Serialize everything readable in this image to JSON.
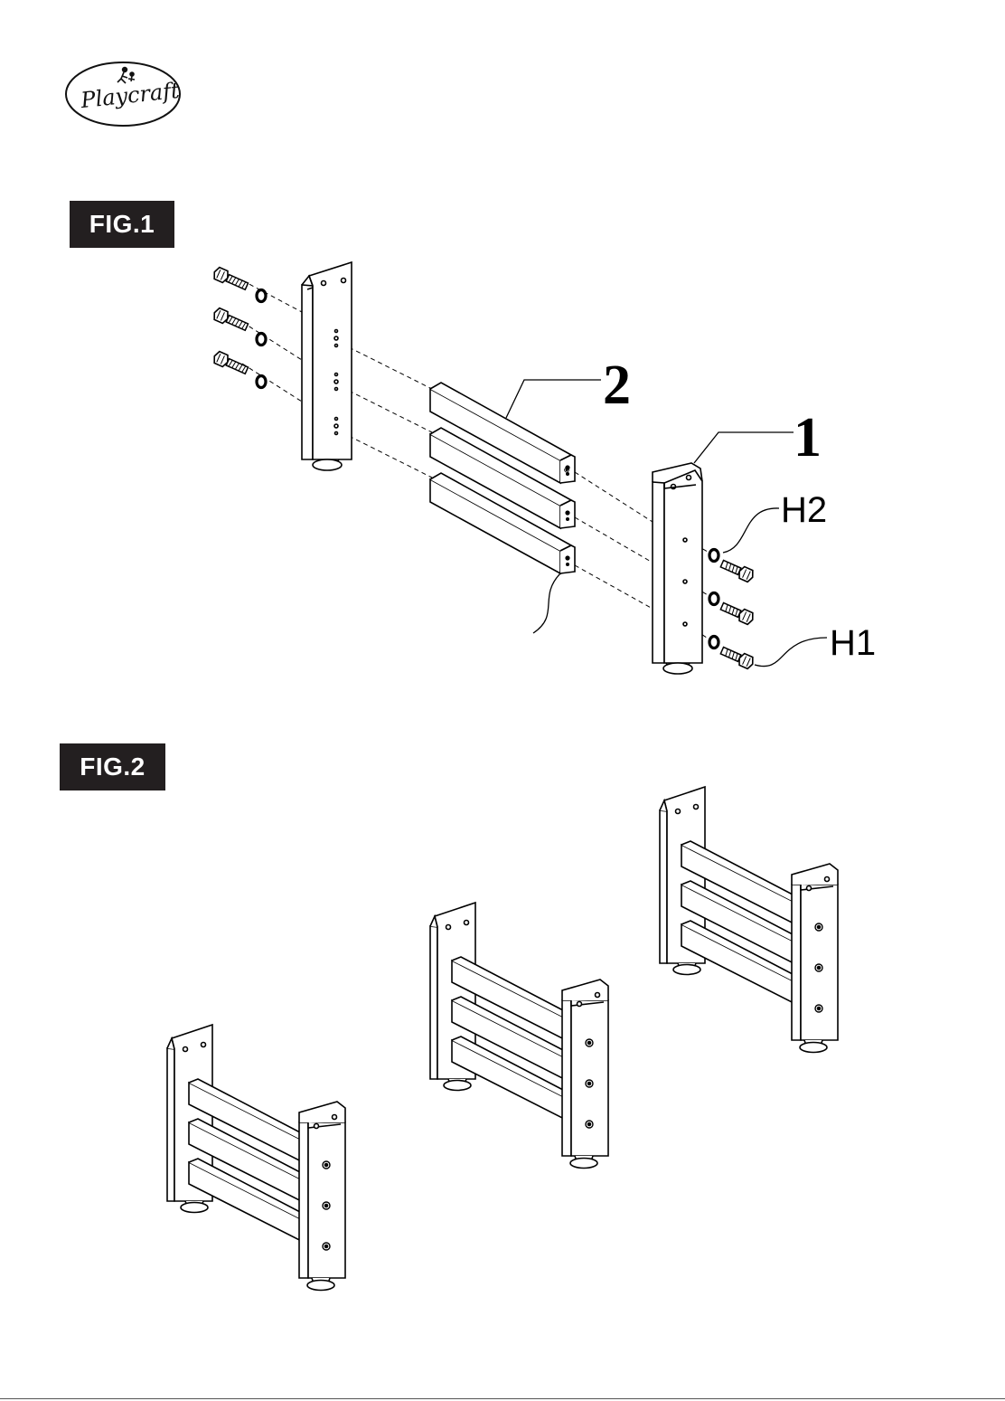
{
  "brand": {
    "logo_text": "Playcraft"
  },
  "figures": [
    {
      "tag": "FIG.1"
    },
    {
      "tag": "FIG.2"
    }
  ],
  "callouts": {
    "part_1": "1",
    "part_2": "2",
    "hardware_h1": "H1",
    "hardware_h2": "H2"
  },
  "icons": {
    "logo": "playcraft-logo",
    "bolt": "bolt-icon",
    "washer": "washer-icon"
  },
  "colors": {
    "ink": "#000000",
    "tag_background": "#231f20",
    "tag_text": "#ffffff",
    "paper": "#ffffff"
  }
}
